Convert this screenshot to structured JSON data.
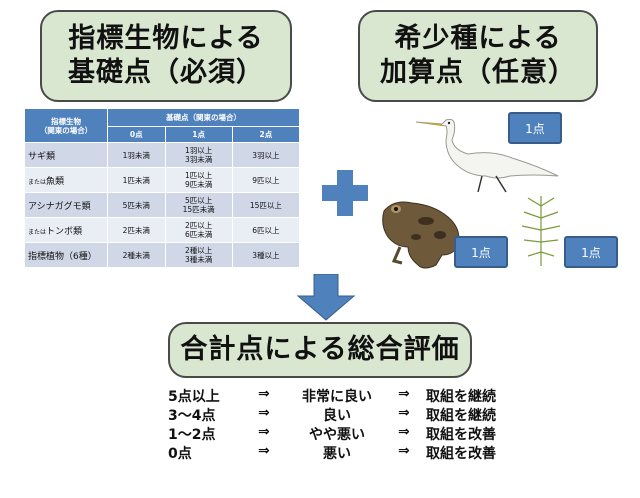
{
  "boxes": {
    "required_line1": "指標生物による",
    "required_line2": "基礎点（必須）",
    "bonus_line1": "希少種による",
    "bonus_line2": "加算点（任意）",
    "total": "合計点による総合評価"
  },
  "table": {
    "head_col1_line1": "指標生物",
    "head_col1_line2": "（関東の場合）",
    "head_span": "基礎点（関東の場合）",
    "head_scores": [
      "0点",
      "1点",
      "2点"
    ],
    "rows": [
      {
        "prefix": "",
        "name": "サギ類",
        "c0": "1羽未満",
        "c1a": "1羽以上",
        "c1b": "3羽未満",
        "c2": "3羽以上"
      },
      {
        "prefix": "または",
        "name": "魚類",
        "c0": "1匹未満",
        "c1a": "1匹以上",
        "c1b": "9匹未満",
        "c2": "9匹以上"
      },
      {
        "prefix": "",
        "name": "アシナガグモ類",
        "c0": "5匹未満",
        "c1a": "5匹以上",
        "c1b": "15匹未満",
        "c2": "15匹以上"
      },
      {
        "prefix": "または",
        "name": "トンボ類",
        "c0": "2匹未満",
        "c1a": "2匹以上",
        "c1b": "6匹未満",
        "c2": "6匹以上"
      },
      {
        "prefix": "",
        "name": "指標植物（6種）",
        "c0": "2種未満",
        "c1a": "2種以上",
        "c1b": "3種未満",
        "c2": "3種以上"
      }
    ]
  },
  "badges": {
    "egret": "1点",
    "frog": "1点",
    "plant": "1点"
  },
  "results": [
    {
      "score": "5点以上",
      "arrow": "⇒",
      "rating": "非常に良い",
      "arrow2": "⇒",
      "action": "取組を継続"
    },
    {
      "score": "3〜4点",
      "arrow": "⇒",
      "rating": "良い",
      "arrow2": "⇒",
      "action": "取組を継続"
    },
    {
      "score": "1〜2点",
      "arrow": "⇒",
      "rating": "やや悪い",
      "arrow2": "⇒",
      "action": "取組を改善"
    },
    {
      "score": "0点",
      "arrow": "⇒",
      "rating": "悪い",
      "arrow2": "⇒",
      "action": "取組を改善"
    }
  ],
  "colors": {
    "box_fill": "#d9e7d1",
    "accent_blue": "#4f81bd",
    "table_header": "#4f81bd"
  }
}
